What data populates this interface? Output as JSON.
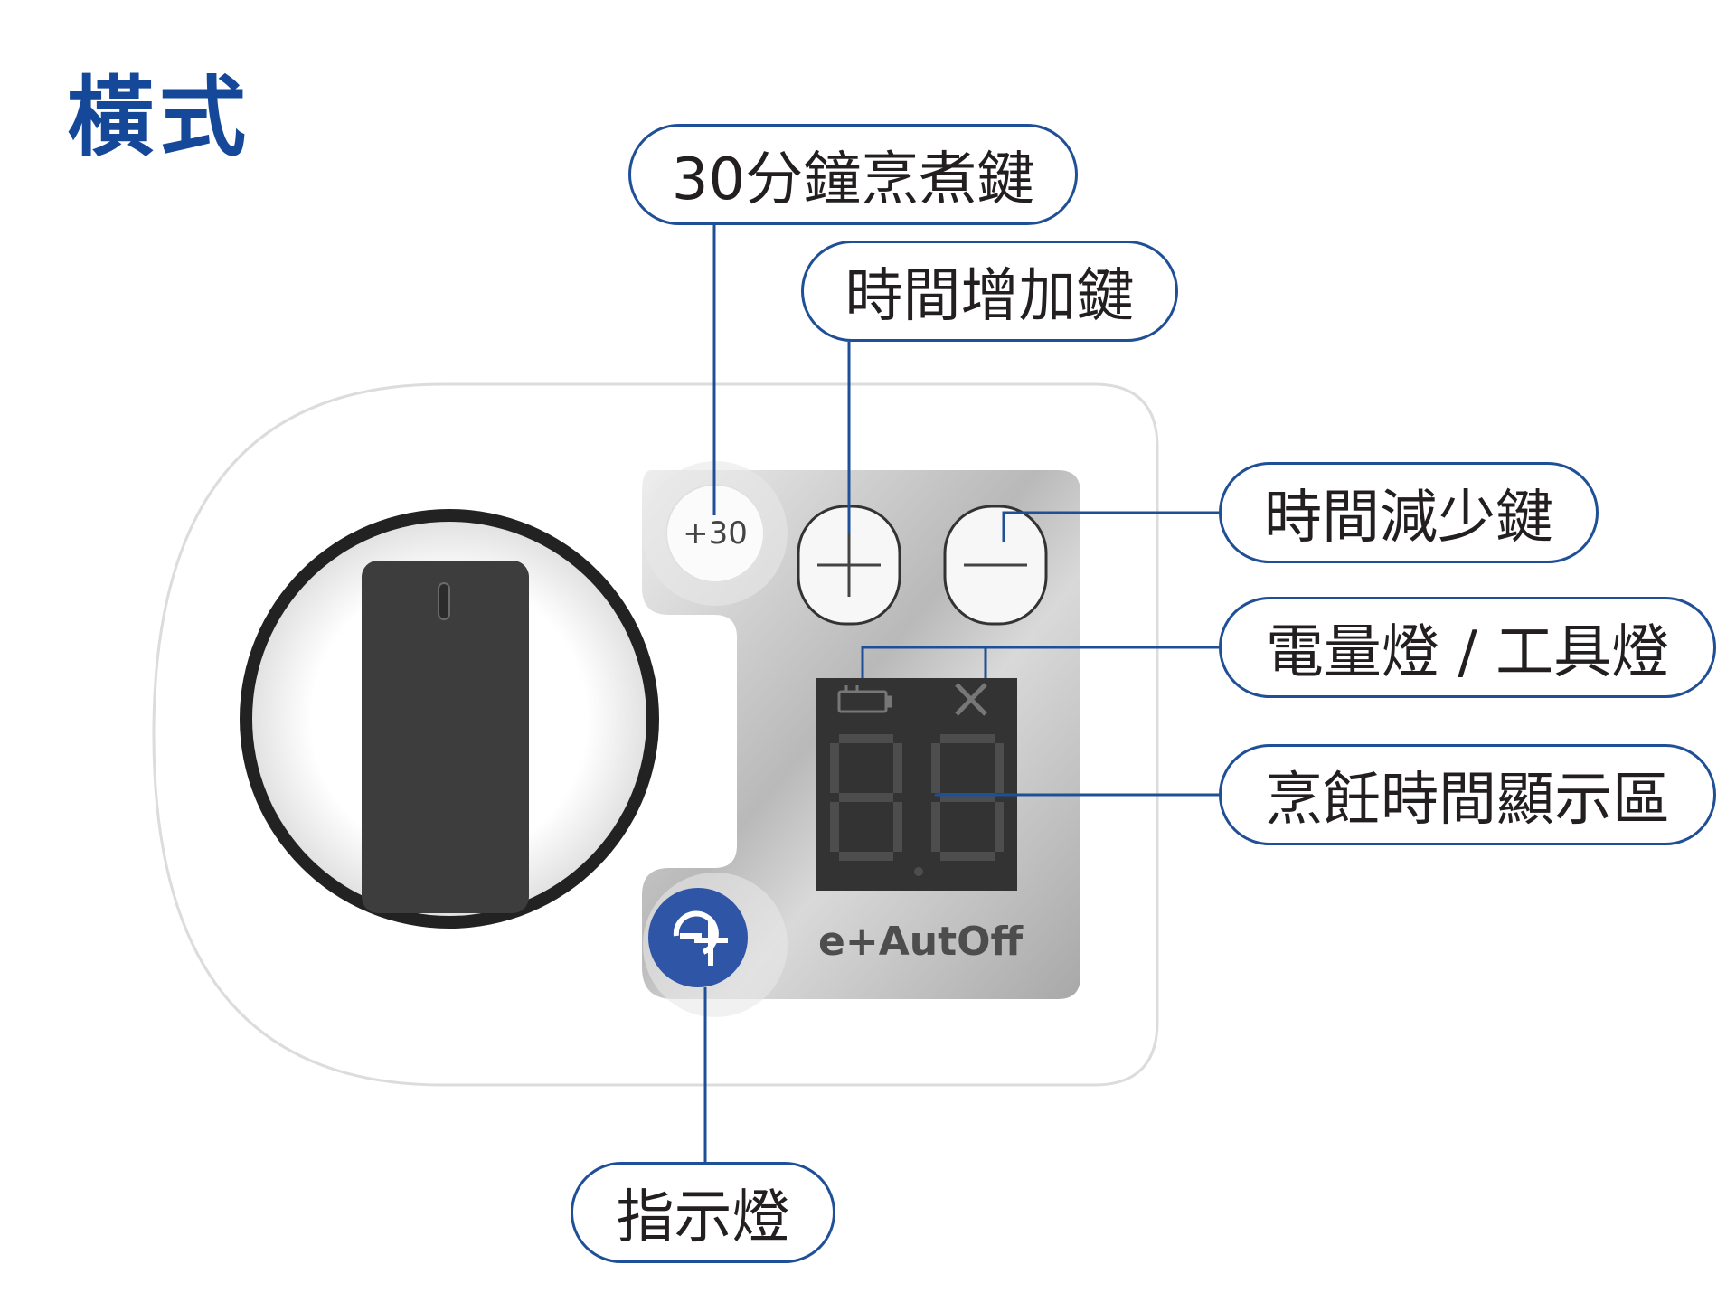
{
  "title": "橫式",
  "callouts": {
    "cook30": "30分鐘烹煮鍵",
    "time_up": "時間增加鍵",
    "time_down": "時間減少鍵",
    "battery_tool": "電量燈 / 工具燈",
    "time_display": "烹飪時間顯示區",
    "indicator": "指示燈"
  },
  "panel": {
    "cook30_label": "+30",
    "brand": "e+AutOff"
  },
  "colors": {
    "accent": "#1f4f96",
    "indicator_blue": "#2e55a6",
    "display_bg": "#333333"
  },
  "icons": [
    "battery-icon",
    "tool-icon",
    "plus-icon",
    "minus-icon",
    "eplus-logo-icon"
  ]
}
